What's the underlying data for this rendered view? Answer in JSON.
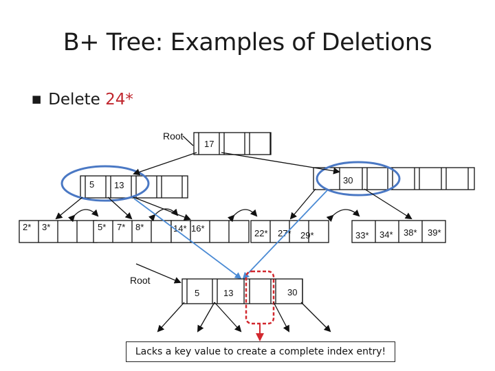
{
  "title": "B+ Tree: Examples of Deletions",
  "bullet": {
    "prefix": "Delete ",
    "key": "24*"
  },
  "colors": {
    "highlight": "#c0262d",
    "ellipse": "#4a78c4",
    "pointer": "#4a8ad4",
    "dashed_box": "#d2282e",
    "arrow": "#d2282e"
  },
  "tree_before": {
    "root_label": "Root",
    "root_keys": [
      "17",
      "",
      "",
      ""
    ],
    "left_internal_keys": [
      "5",
      "13",
      "",
      ""
    ],
    "right_internal_keys": [
      "30",
      "",
      "",
      ""
    ],
    "leaves": [
      [
        "2*",
        "3*",
        "",
        ""
      ],
      [
        "5*",
        "7*",
        "8*",
        ""
      ],
      [
        "14*",
        "16*",
        "",
        ""
      ],
      [
        "22*",
        "27*",
        "29*",
        ""
      ],
      [
        "33*",
        "34*",
        "38*",
        "39*"
      ]
    ]
  },
  "tree_after": {
    "root_label": "Root",
    "keys": [
      "5",
      "13",
      "",
      "30"
    ]
  },
  "callout": "Lacks a key value to create a complete index entry!"
}
